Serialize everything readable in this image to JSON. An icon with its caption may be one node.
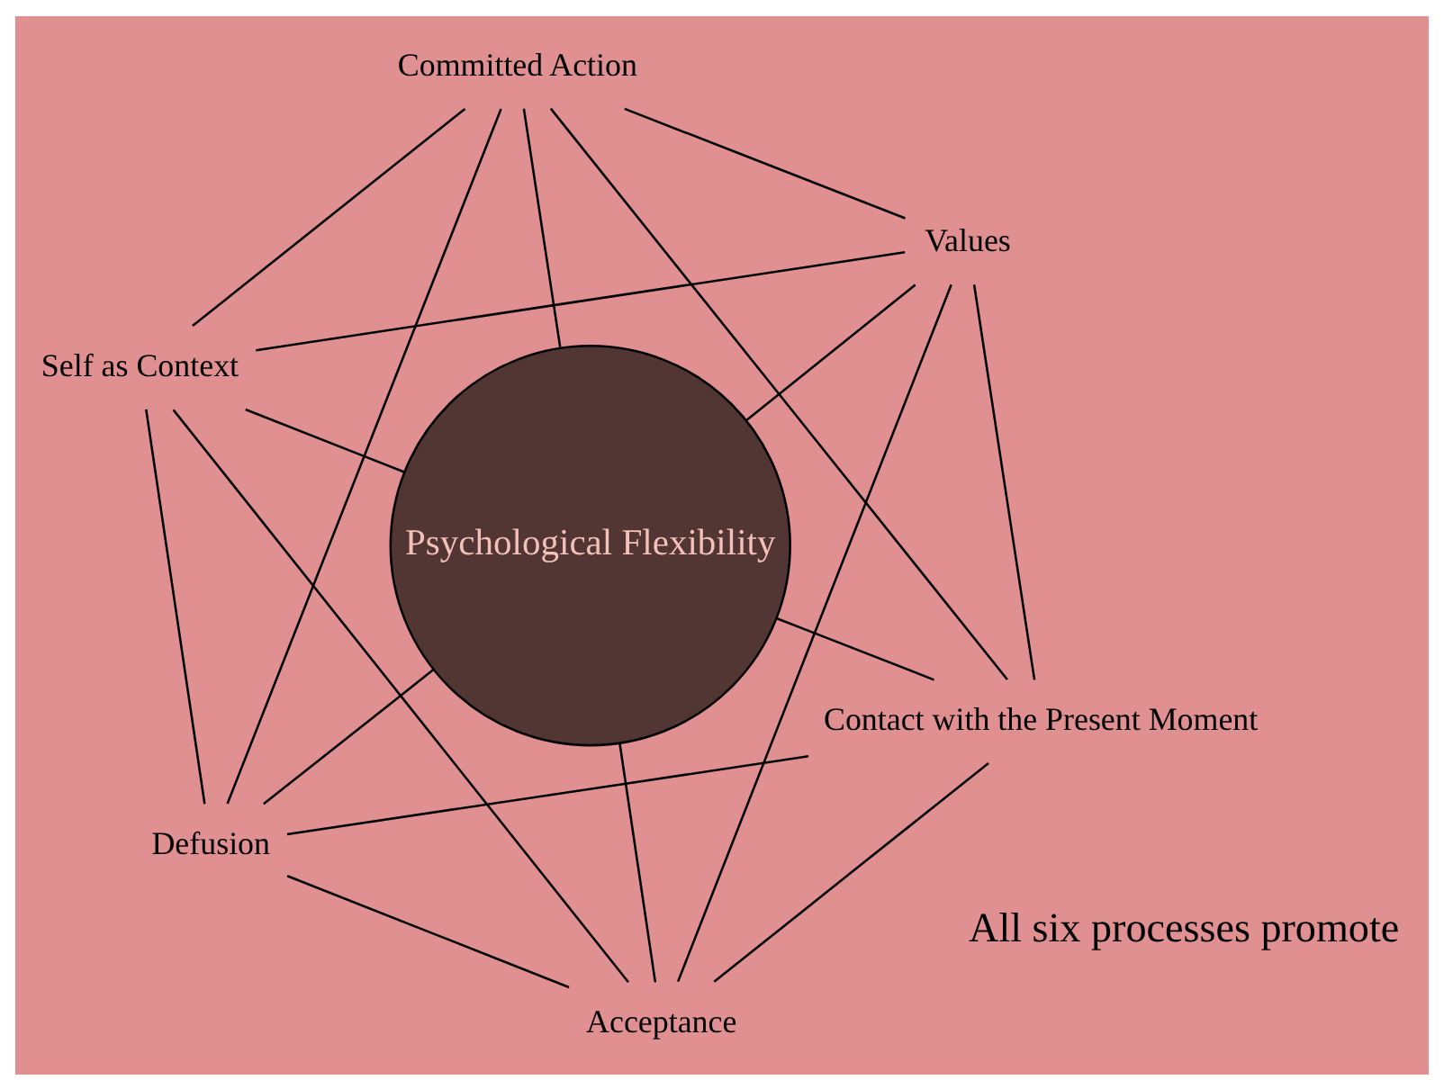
{
  "diagram": {
    "nodes": [
      {
        "text": [
          "Contact with the Present Moment"
        ]
      },
      {
        "text": [
          "Values"
        ]
      },
      {
        "text": [
          "Committed Action"
        ]
      },
      {
        "text": [
          "Self as Context"
        ]
      },
      {
        "text": [
          "Defusion"
        ]
      },
      {
        "text": [
          "Acceptance"
        ]
      },
      {
        "text": [
          "Psychological Flexibility"
        ]
      }
    ],
    "edges": [
      {
        "from": 0,
        "to": 1,
        "arrow": "none"
      },
      {
        "from": 1,
        "to": 2,
        "arrow": "none"
      },
      {
        "from": 2,
        "to": 3,
        "arrow": "none"
      },
      {
        "from": 3,
        "to": 4,
        "arrow": "none"
      },
      {
        "from": 4,
        "to": 5,
        "arrow": "none"
      },
      {
        "from": 5,
        "to": 0,
        "arrow": "none"
      },
      {
        "from": 0,
        "to": 2,
        "arrow": "none"
      },
      {
        "from": 0,
        "to": 4,
        "arrow": "none"
      },
      {
        "from": 1,
        "to": 3,
        "arrow": "none"
      },
      {
        "from": 1,
        "to": 5,
        "arrow": "none"
      },
      {
        "from": 2,
        "to": 4,
        "arrow": "none"
      },
      {
        "from": 3,
        "to": 5,
        "arrow": "none"
      },
      {
        "from": 0,
        "to": 6,
        "arrow": "none"
      },
      {
        "from": 1,
        "to": 6,
        "arrow": "none"
      },
      {
        "from": 2,
        "to": 6,
        "arrow": "none"
      },
      {
        "from": 3,
        "to": 6,
        "arrow": "none"
      },
      {
        "from": 4,
        "to": 6,
        "arrow": "none"
      },
      {
        "from": 5,
        "to": 6,
        "arrow": "none"
      }
    ],
    "labels": [
      "All six processes promote"
    ]
  }
}
